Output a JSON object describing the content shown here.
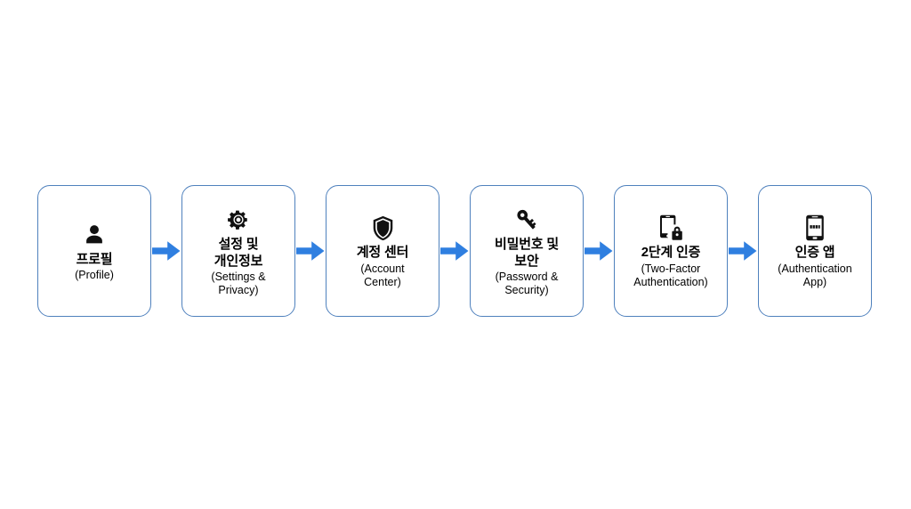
{
  "diagram": {
    "type": "horizontal-process-flow",
    "background_color": "#ffffff",
    "box_border_color": "#4f81bd",
    "arrow_color": "#2f7fe0",
    "icon_color": "#111111",
    "steps": [
      {
        "index": 1,
        "icon": "person-icon",
        "label_ko": "프로필",
        "label_en": "(Profile)"
      },
      {
        "index": 2,
        "icon": "gear-icon",
        "label_ko": "설정 및\n개인정보",
        "label_en": "(Settings &\nPrivacy)"
      },
      {
        "index": 3,
        "icon": "shield-icon",
        "label_ko": "계정 센터",
        "label_en": "(Account\nCenter)"
      },
      {
        "index": 4,
        "icon": "key-icon",
        "label_ko": "비밀번호 및\n보안",
        "label_en": "(Password &\nSecurity)"
      },
      {
        "index": 5,
        "icon": "phone-lock-icon",
        "label_ko": "2단계 인증",
        "label_en": "(Two-Factor\nAuthentication)"
      },
      {
        "index": 6,
        "icon": "phone-code-icon",
        "label_ko": "인증 앱",
        "label_en": "(Authentication\nApp)"
      }
    ],
    "arrows": [
      {
        "index": 1,
        "name": "arrow-right-icon",
        "from": "프로필",
        "to": "설정 및 개인정보"
      },
      {
        "index": 2,
        "name": "arrow-right-icon",
        "from": "설정 및 개인정보",
        "to": "계정 센터"
      },
      {
        "index": 3,
        "name": "arrow-right-icon",
        "from": "계정 센터",
        "to": "비밀번호 및 보안"
      },
      {
        "index": 4,
        "name": "arrow-right-icon",
        "from": "비밀번호 및 보안",
        "to": "2단계 인증"
      },
      {
        "index": 5,
        "name": "arrow-right-icon",
        "from": "2단계 인증",
        "to": "인증 앱"
      }
    ]
  }
}
